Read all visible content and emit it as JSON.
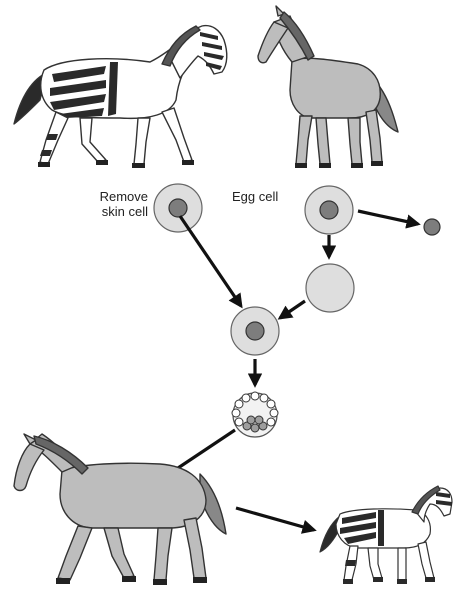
{
  "labels": {
    "remove_line1": "Remove",
    "remove_line2": "skin cell",
    "egg_cell": "Egg cell"
  },
  "colors": {
    "light_cell": "#dedede",
    "nucleus": "#7d7d7d",
    "horse_gray": "#bdbdbd",
    "zebra_stripe": "#2a2a2a",
    "outline": "#333333",
    "arrow": "#111111"
  }
}
